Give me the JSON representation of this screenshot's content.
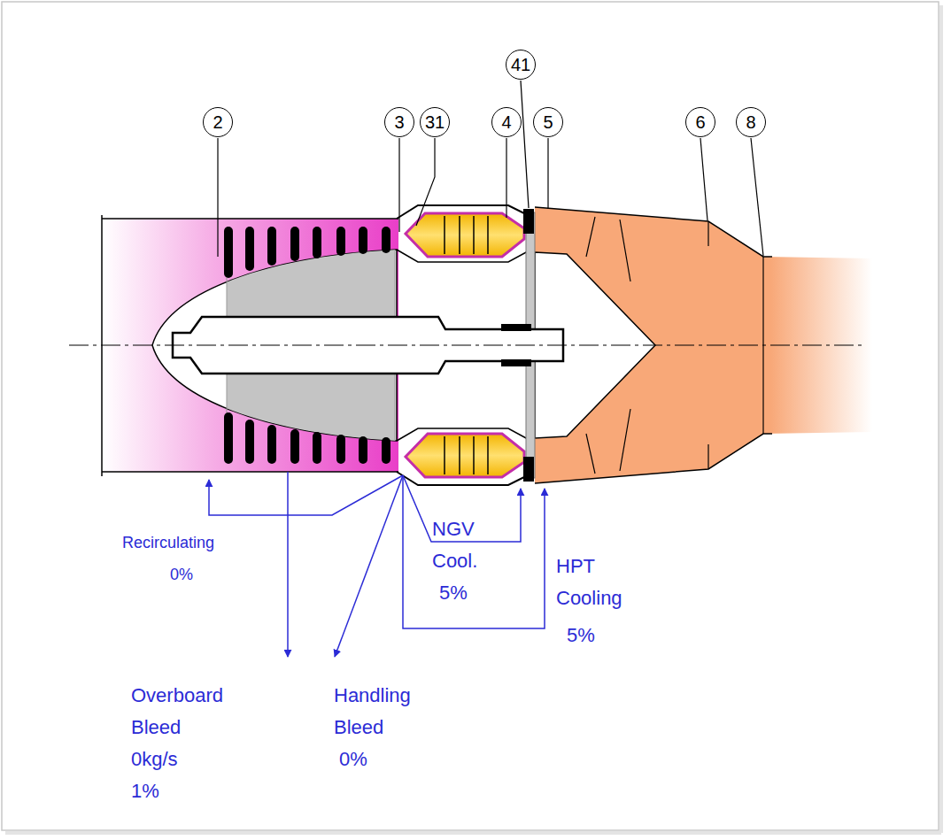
{
  "diagram": {
    "nodes": [
      {
        "text": [
          "2"
        ]
      },
      {
        "text": [
          "3"
        ]
      },
      {
        "text": [
          "31"
        ]
      },
      {
        "text": [
          "4"
        ]
      },
      {
        "text": [
          "41"
        ]
      },
      {
        "text": [
          "5"
        ]
      },
      {
        "text": [
          "6"
        ]
      },
      {
        "text": [
          "8"
        ]
      }
    ],
    "labels": [
      "Recirculating",
      "0%",
      "Overboard Bleed",
      "0kg/s",
      "1%",
      "Handling Bleed",
      "0%",
      "NGV Cool.",
      "5%",
      "HPT Cooling",
      "5%"
    ]
  }
}
